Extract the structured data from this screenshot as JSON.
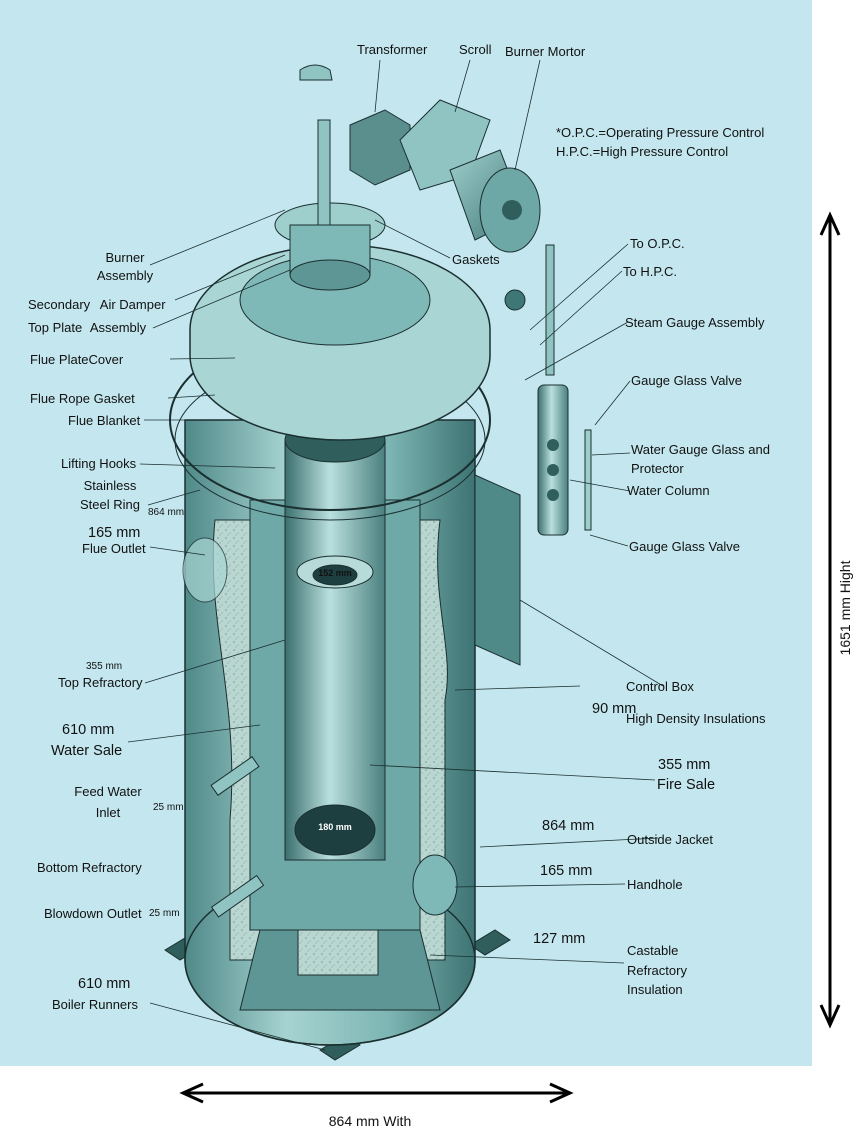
{
  "labels": {
    "transformer": "Transformer",
    "scroll": "Scroll",
    "burner_motor": "Burner Mortor",
    "opc_note": "*O.P.C.=Operating Pressure Control",
    "hpc_note": "H.P.C.=High Pressure Control",
    "burner_assembly_1": "Burner",
    "burner_assembly_2": "Assembly",
    "gaskets": "Gaskets",
    "to_opc": "To O.P.C.",
    "to_hpc": "To H.P.C.",
    "secondary_air_damper_1": "Secondary",
    "secondary_air_damper_2": "Air Damper",
    "top_plate_assembly_1": "Top Plate",
    "top_plate_assembly_2": "Assembly",
    "steam_gauge_assembly": "Steam Gauge Assembly",
    "flue_plate_cover_1": "Flue Plate",
    "flue_plate_cover_2": "Cover",
    "gauge_glass_valve_top": "Gauge Glass Valve",
    "flue_rope_gasket_1": "Flue Rope",
    "flue_rope_gasket_2": "Gasket",
    "flue_blanket": "Flue Blanket",
    "water_gauge_glass_1": "Water Gauge Glass and",
    "water_gauge_glass_2": "Protector",
    "lifting_hooks": "Lifting Hooks",
    "stainless_steel_ring_1": "Stainless",
    "stainless_steel_ring_2": "Steel  Ring",
    "ring_dim": "864 mm",
    "water_column": "Water Column",
    "flue_outlet_dim": "165 mm",
    "flue_outlet": "Flue Outlet",
    "gauge_glass_valve_bottom": "Gauge Glass Valve",
    "flue_dia": "152 mm",
    "top_refractory_dim": "355 mm",
    "top_refractory": "Top Refractory",
    "control_box": "Control Box",
    "water_sale_dim": "610 mm",
    "water_sale": "Water Sale",
    "high_density_dim": "90 mm",
    "high_density_insulations": "High Density Insulations",
    "fire_sale_dim": "355 mm",
    "fire_sale": "Fire Sale",
    "feed_water_inlet_1": "Feed Water",
    "feed_water_inlet_2": "Inlet",
    "feed_water_dim": "25 mm",
    "bottom_dia": "180 mm",
    "outside_jacket_dim": "864 mm",
    "outside_jacket": "Outside Jacket",
    "bottom_refractory": "Bottom Refractory",
    "handhole_dim": "165 mm",
    "handhole": "Handhole",
    "blowdown_outlet": "Blowdown Outlet",
    "blowdown_dim": "25 mm",
    "castable_dim": "127 mm",
    "castable_1": "Castable",
    "castable_2": "Refractory",
    "castable_3": "Insulation",
    "boiler_runners_dim": "610 mm",
    "boiler_runners": "Boiler Runners"
  },
  "dimensions": {
    "height": "1651 mm Hight",
    "width": "864 mm With"
  },
  "colors": {
    "background": "#c4e7ef",
    "steel_light": "#a9d6d4",
    "steel_mid": "#7fb9b7",
    "steel_dark": "#3f7776",
    "insulation": "#b8d4cf",
    "outline": "#1b2f30"
  }
}
